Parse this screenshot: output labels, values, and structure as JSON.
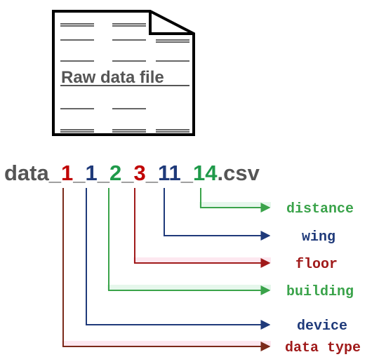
{
  "file_icon": {
    "label": "Raw data file"
  },
  "filename": {
    "parts": [
      {
        "text": "data_",
        "color": "#555555"
      },
      {
        "text": "1",
        "color": "#c00000"
      },
      {
        "text": "_",
        "color": "#555555"
      },
      {
        "text": "1",
        "color": "#1f3a7a"
      },
      {
        "text": "_",
        "color": "#555555"
      },
      {
        "text": "2",
        "color": "#1f9a4a"
      },
      {
        "text": "_",
        "color": "#555555"
      },
      {
        "text": "3",
        "color": "#c00000"
      },
      {
        "text": "_",
        "color": "#555555"
      },
      {
        "text": "11",
        "color": "#1f3a7a"
      },
      {
        "text": "_",
        "color": "#555555"
      },
      {
        "text": "14",
        "color": "#1f9a4a"
      },
      {
        "text": ".csv",
        "color": "#555555"
      }
    ]
  },
  "fields": [
    {
      "label": "distance",
      "color": "#3aa34a",
      "line_color": "#3aa34a"
    },
    {
      "label": "wing",
      "color": "#1f3a7a",
      "line_color": "#1f3a7a"
    },
    {
      "label": "floor",
      "color": "#a01a1a",
      "line_color": "#a01a1a"
    },
    {
      "label": "building",
      "color": "#3aa34a",
      "line_color": "#3aa34a"
    },
    {
      "label": "device",
      "color": "#1f3a7a",
      "line_color": "#1f3a7a"
    },
    {
      "label": "data type",
      "color": "#a01a1a",
      "line_color": "#7a2a1a"
    }
  ]
}
